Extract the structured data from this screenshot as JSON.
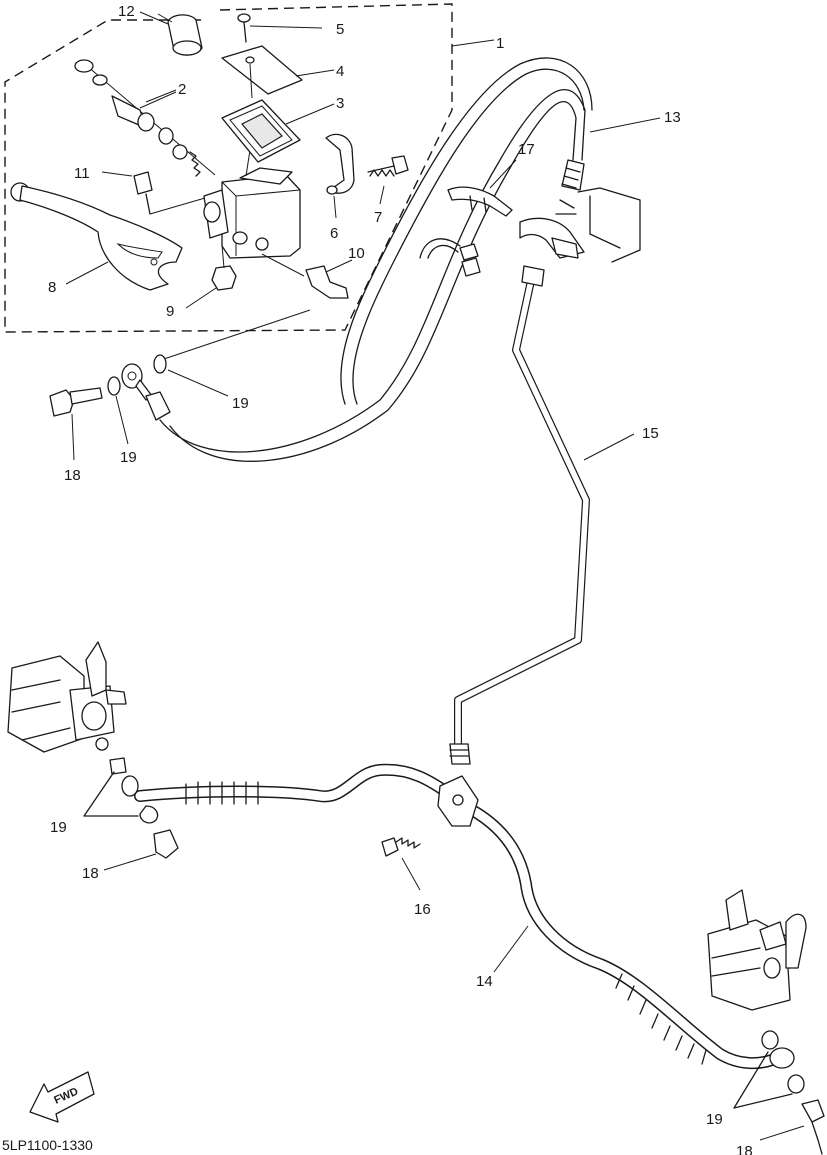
{
  "diagram_code": "5LP1100-1330",
  "fwd_label": "FWD",
  "callouts": [
    "1",
    "2",
    "3",
    "4",
    "5",
    "6",
    "7",
    "8",
    "9",
    "10",
    "11",
    "12",
    "13",
    "14",
    "15",
    "16",
    "17",
    "18",
    "19"
  ],
  "colors": {
    "ink": "#1a1a1a",
    "paper": "#ffffff"
  }
}
